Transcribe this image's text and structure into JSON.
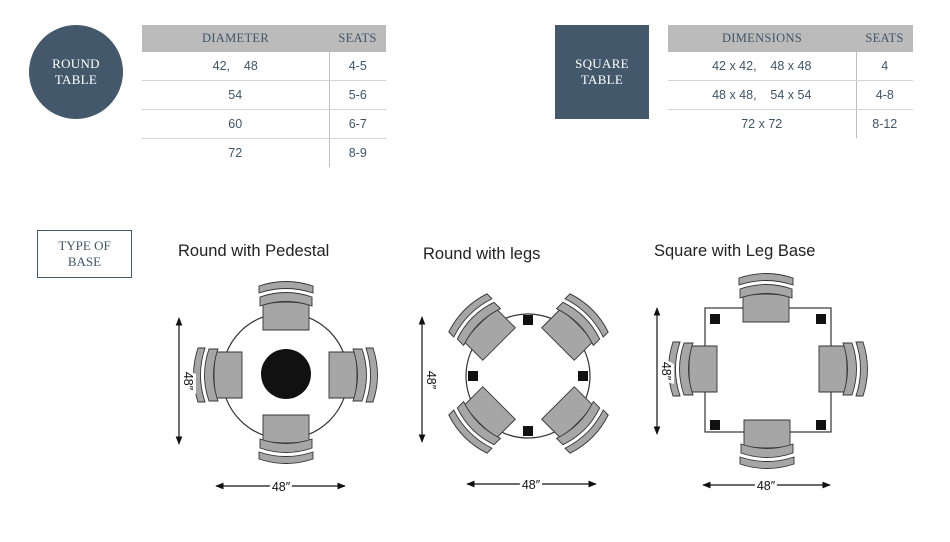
{
  "round_badge": "ROUND\nTABLE",
  "square_badge": "SQUARE\nTABLE",
  "round_table": {
    "headers": [
      "DIAMETER",
      "SEATS"
    ],
    "rows": [
      {
        "diameter": "42,    48",
        "seats": "4-5"
      },
      {
        "diameter": "54",
        "seats": "5-6"
      },
      {
        "diameter": "60",
        "seats": "6-7"
      },
      {
        "diameter": "72",
        "seats": "8-9"
      }
    ]
  },
  "square_table": {
    "headers": [
      "DIMENSIONS",
      "SEATS"
    ],
    "rows": [
      {
        "dimensions": "42 x 42,    48 x 48",
        "seats": "4"
      },
      {
        "dimensions": "48 x 48,    54 x 54",
        "seats": "4-8"
      },
      {
        "dimensions": "72 x 72",
        "seats": "8-12"
      }
    ]
  },
  "type_of_base": "TYPE OF\nBASE",
  "diagrams": [
    {
      "title": "Round with Pedestal",
      "width_label": "48″",
      "height_label": "48″"
    },
    {
      "title": "Round with legs",
      "width_label": "48″",
      "height_label": "48″"
    },
    {
      "title": "Square with Leg Base",
      "width_label": "48″",
      "height_label": "48″"
    }
  ],
  "colors": {
    "badge": "#43596b",
    "header_bg": "#bbbbbb",
    "chair": "#a6a6a6",
    "pedestal": "#111111"
  }
}
